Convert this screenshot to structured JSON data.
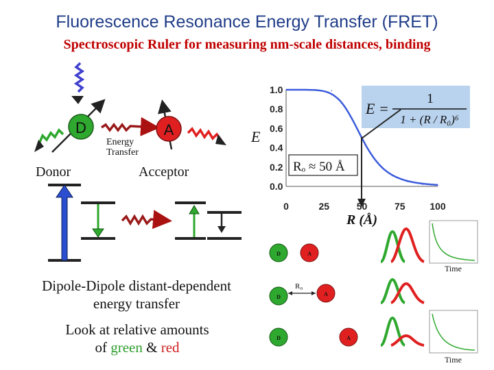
{
  "title": "Fluorescence Resonance Energy Transfer (FRET)",
  "subtitle": "Spectroscopic Ruler for measuring nm-scale distances, binding",
  "labels": {
    "donor_circle": "D",
    "acceptor_circle": "A",
    "energy_transfer_line1": "Energy",
    "energy_transfer_line2": "Transfer",
    "donor": "Donor",
    "acceptor": "Acceptor",
    "r0_annotation": "Rₒ ≈ 50 Å",
    "e_axis": "E",
    "r_axis": "R (Å)",
    "formula_lhs": "E =",
    "formula_num": "1",
    "formula_den": "1 + (R / R₀)⁶",
    "small_d": "D",
    "small_a": "A",
    "small_r0": "R₀",
    "time_1": "Time",
    "time_2": "Time"
  },
  "bottom_text": {
    "line1": "Dipole-Dipole distant-dependent",
    "line2": "energy transfer",
    "line3": "Look at relative amounts",
    "line4_pre": "of ",
    "green": "green",
    "amp": " & ",
    "red": "red"
  },
  "colors": {
    "title": "#1f3c88",
    "subtitle": "#c00000",
    "donor_green": "#2ea82e",
    "acceptor_red": "#e02020",
    "curve_blue": "#3b5bdb",
    "formula_bg": "#b9d3ee"
  },
  "chart_data": {
    "type": "line",
    "x": [
      0,
      10,
      20,
      30,
      40,
      45,
      50,
      55,
      60,
      70,
      80,
      90,
      100
    ],
    "y": [
      1.0,
      1.0,
      1.0,
      0.99,
      0.79,
      0.66,
      0.5,
      0.36,
      0.25,
      0.11,
      0.05,
      0.02,
      0.01
    ],
    "xticks": [
      0,
      25,
      50,
      75,
      100
    ],
    "yticks": [
      0.0,
      0.2,
      0.4,
      0.6,
      0.8,
      1.0
    ],
    "xlim": [
      0,
      100
    ],
    "ylim": [
      0,
      1
    ],
    "xlabel": "R (Å)",
    "ylabel": "E"
  }
}
